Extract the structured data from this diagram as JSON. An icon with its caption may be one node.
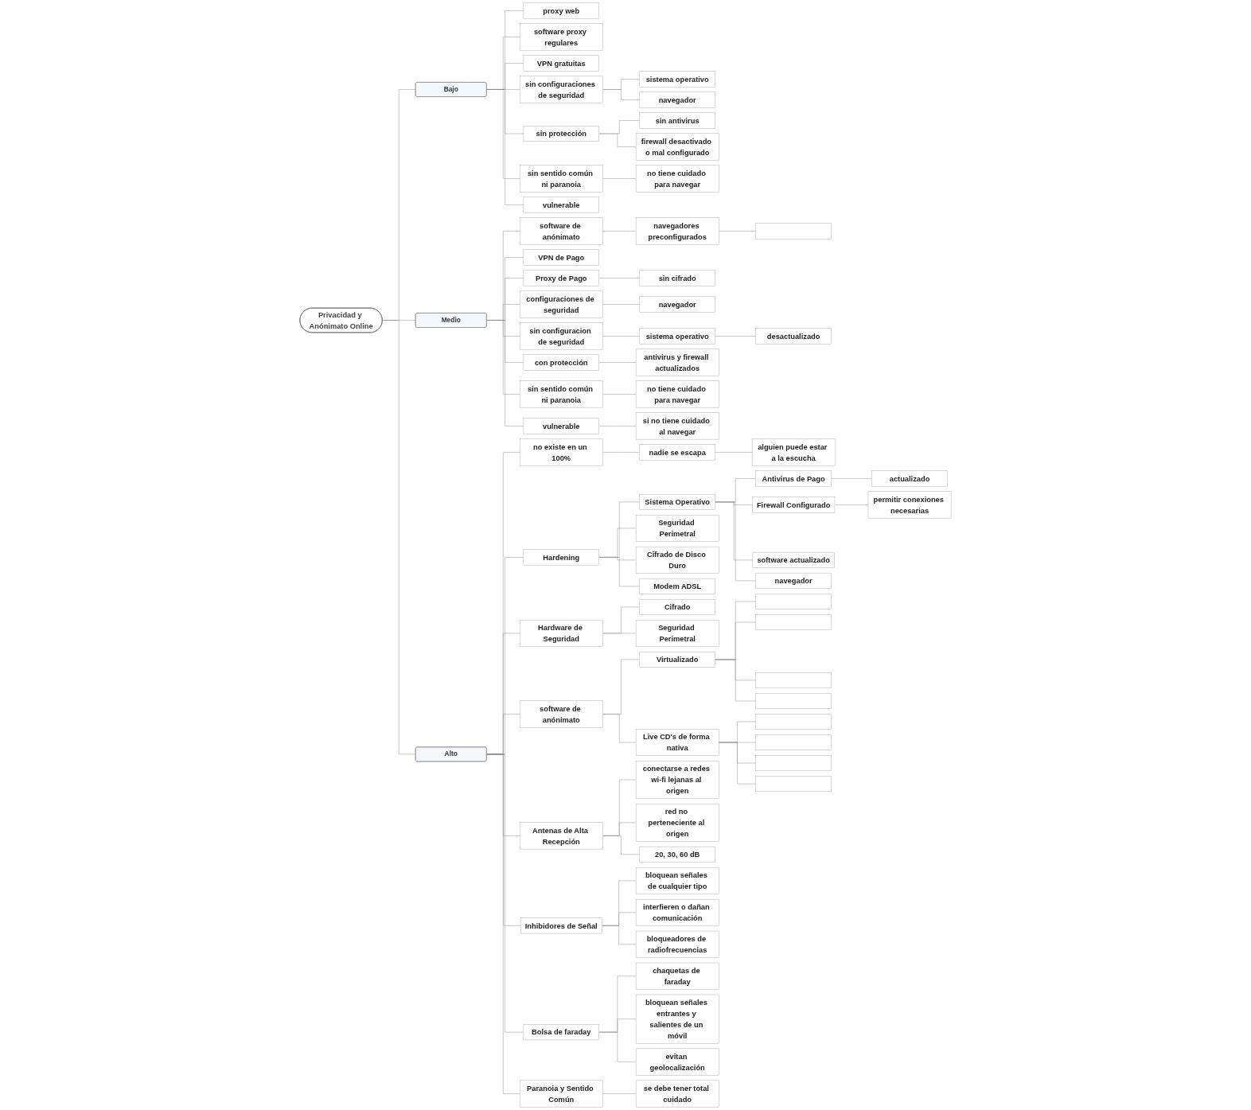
{
  "diagram": {
    "nodes": [
      {
        "text": [
          "Privacidad y Anónimato Online"
        ]
      },
      {
        "text": [
          "Bajo"
        ]
      },
      {
        "text": [
          "proxy web"
        ]
      },
      {
        "text": [
          "software proxy regulares"
        ]
      },
      {
        "text": [
          "VPN gratuitas"
        ]
      },
      {
        "text": [
          "sin configuraciones de seguridad"
        ]
      },
      {
        "text": [
          "sistema operativo"
        ]
      },
      {
        "text": [
          "navegador"
        ]
      },
      {
        "text": [
          "sin protección"
        ]
      },
      {
        "text": [
          "sin antivirus"
        ]
      },
      {
        "text": [
          "firewall desactivado o mal configurado"
        ]
      },
      {
        "text": [
          "sin sentido común ni paranoia"
        ]
      },
      {
        "text": [
          "no tiene cuidado para navegar"
        ]
      },
      {
        "text": [
          "vulnerable"
        ]
      },
      {
        "text": [
          "Medio"
        ]
      },
      {
        "text": [
          "software de anónimato"
        ]
      },
      {
        "text": [
          "navegadores preconfigurados"
        ]
      },
      {
        "text": [],
        "shape": "box"
      },
      {
        "text": [
          "VPN de Pago"
        ]
      },
      {
        "text": [
          "Proxy de Pago"
        ]
      },
      {
        "text": [
          "sin cifrado"
        ]
      },
      {
        "text": [
          "configuraciones de seguridad"
        ]
      },
      {
        "text": [
          "navegador"
        ]
      },
      {
        "text": [
          "sin configuracion de seguridad"
        ]
      },
      {
        "text": [
          "sistema operativo"
        ]
      },
      {
        "text": [
          "desactualizado"
        ]
      },
      {
        "text": [
          "con protección"
        ]
      },
      {
        "text": [
          "antivirus y firewall actualizados"
        ]
      },
      {
        "text": [
          "sin sentido común ni paranoia"
        ]
      },
      {
        "text": [
          "no tiene cuidado para navegar"
        ]
      },
      {
        "text": [
          "vulnerable"
        ]
      },
      {
        "text": [
          "si no tiene cuidado al navegar"
        ]
      },
      {
        "text": [
          "Alto"
        ]
      },
      {
        "text": [
          "no existe en un 100%"
        ]
      },
      {
        "text": [
          "nadie se escapa"
        ]
      },
      {
        "text": [
          "alguien puede estar a la escucha"
        ]
      },
      {
        "text": [
          "Hardening"
        ]
      },
      {
        "text": [
          "Sistema Operativo"
        ]
      },
      {
        "text": [
          "Antivirus de Pago"
        ]
      },
      {
        "text": [
          "actualizado"
        ]
      },
      {
        "text": [
          "Firewall Configurado"
        ]
      },
      {
        "text": [
          "permitir conexiones necesarias"
        ]
      },
      {
        "text": [
          "software actualizado"
        ]
      },
      {
        "text": [
          "navegador"
        ]
      },
      {
        "text": [
          "Seguridad Perimetral"
        ]
      },
      {
        "text": [
          "Cifrado de Disco Duro"
        ]
      },
      {
        "text": [
          "Modem ADSL"
        ]
      },
      {
        "text": [
          "Hardware de Seguridad"
        ]
      },
      {
        "text": [
          "Cifrado"
        ]
      },
      {
        "text": [
          "Seguridad Perimetral"
        ]
      },
      {
        "text": [
          "software de anónimato"
        ]
      },
      {
        "text": [
          "Virtualizado"
        ]
      },
      {
        "text": [],
        "shape": "box"
      },
      {
        "text": [],
        "shape": "box"
      },
      {
        "text": [],
        "shape": "box"
      },
      {
        "text": [],
        "shape": "box"
      },
      {
        "text": [
          "Live CD's de forma nativa"
        ]
      },
      {
        "text": [],
        "shape": "box"
      },
      {
        "text": [],
        "shape": "box"
      },
      {
        "text": [],
        "shape": "box"
      },
      {
        "text": [],
        "shape": "box"
      },
      {
        "text": [
          "Antenas de Alta Recepción"
        ]
      },
      {
        "text": [
          "conectarse a redes wi-fi lejanas al origen"
        ]
      },
      {
        "text": [
          "red no perteneciente al origen"
        ]
      },
      {
        "text": [
          "20, 30, 60 dB"
        ]
      },
      {
        "text": [
          "Inhibidores de Señal"
        ]
      },
      {
        "text": [
          "bloquean señales de cualquier tipo"
        ]
      },
      {
        "text": [
          "interfieren o dañan comunicación"
        ]
      },
      {
        "text": [
          "bloqueadores de radiofrecuencias"
        ]
      },
      {
        "text": [
          "Bolsa de faraday"
        ]
      },
      {
        "text": [
          "chaquetas de faraday"
        ]
      },
      {
        "text": [
          "bloquean señales entrantes y salientes de un móvil"
        ]
      },
      {
        "text": [
          "evitan geolocalización"
        ]
      },
      {
        "text": [
          "Paranoia y Sentido Común"
        ]
      },
      {
        "text": [
          "se debe tener total cuidado"
        ]
      }
    ],
    "edges": [
      {
        "from": 0,
        "to": 1,
        "arrow": "none"
      },
      {
        "from": 1,
        "to": 2,
        "arrow": "none"
      },
      {
        "from": 1,
        "to": 3,
        "arrow": "none"
      },
      {
        "from": 1,
        "to": 4,
        "arrow": "none"
      },
      {
        "from": 1,
        "to": 5,
        "arrow": "none"
      },
      {
        "from": 5,
        "to": 6,
        "arrow": "none"
      },
      {
        "from": 5,
        "to": 7,
        "arrow": "none"
      },
      {
        "from": 1,
        "to": 8,
        "arrow": "none"
      },
      {
        "from": 8,
        "to": 9,
        "arrow": "none"
      },
      {
        "from": 8,
        "to": 10,
        "arrow": "none"
      },
      {
        "from": 1,
        "to": 11,
        "arrow": "none"
      },
      {
        "from": 11,
        "to": 12,
        "arrow": "none"
      },
      {
        "from": 1,
        "to": 13,
        "arrow": "none"
      },
      {
        "from": 0,
        "to": 14,
        "arrow": "none"
      },
      {
        "from": 14,
        "to": 15,
        "arrow": "none"
      },
      {
        "from": 15,
        "to": 16,
        "arrow": "none"
      },
      {
        "from": 16,
        "to": 17,
        "arrow": "none"
      },
      {
        "from": 14,
        "to": 18,
        "arrow": "none"
      },
      {
        "from": 14,
        "to": 19,
        "arrow": "none"
      },
      {
        "from": 19,
        "to": 20,
        "arrow": "none"
      },
      {
        "from": 14,
        "to": 21,
        "arrow": "none"
      },
      {
        "from": 21,
        "to": 22,
        "arrow": "none"
      },
      {
        "from": 14,
        "to": 23,
        "arrow": "none"
      },
      {
        "from": 23,
        "to": 24,
        "arrow": "none"
      },
      {
        "from": 24,
        "to": 25,
        "arrow": "none"
      },
      {
        "from": 14,
        "to": 26,
        "arrow": "none"
      },
      {
        "from": 26,
        "to": 27,
        "arrow": "none"
      },
      {
        "from": 14,
        "to": 28,
        "arrow": "none"
      },
      {
        "from": 28,
        "to": 29,
        "arrow": "none"
      },
      {
        "from": 14,
        "to": 30,
        "arrow": "none"
      },
      {
        "from": 30,
        "to": 31,
        "arrow": "none"
      },
      {
        "from": 0,
        "to": 32,
        "arrow": "none"
      },
      {
        "from": 32,
        "to": 33,
        "arrow": "none"
      },
      {
        "from": 33,
        "to": 34,
        "arrow": "none"
      },
      {
        "from": 34,
        "to": 35,
        "arrow": "none"
      },
      {
        "from": 32,
        "to": 36,
        "arrow": "none"
      },
      {
        "from": 36,
        "to": 37,
        "arrow": "none"
      },
      {
        "from": 37,
        "to": 38,
        "arrow": "none"
      },
      {
        "from": 38,
        "to": 39,
        "arrow": "none"
      },
      {
        "from": 37,
        "to": 40,
        "arrow": "none"
      },
      {
        "from": 40,
        "to": 41,
        "arrow": "none"
      },
      {
        "from": 37,
        "to": 42,
        "arrow": "none"
      },
      {
        "from": 37,
        "to": 43,
        "arrow": "none"
      },
      {
        "from": 36,
        "to": 44,
        "arrow": "none"
      },
      {
        "from": 36,
        "to": 45,
        "arrow": "none"
      },
      {
        "from": 36,
        "to": 46,
        "arrow": "none"
      },
      {
        "from": 32,
        "to": 47,
        "arrow": "none"
      },
      {
        "from": 47,
        "to": 48,
        "arrow": "none"
      },
      {
        "from": 47,
        "to": 49,
        "arrow": "none"
      },
      {
        "from": 32,
        "to": 50,
        "arrow": "none"
      },
      {
        "from": 50,
        "to": 51,
        "arrow": "none"
      },
      {
        "from": 51,
        "to": 52,
        "arrow": "none"
      },
      {
        "from": 51,
        "to": 53,
        "arrow": "none"
      },
      {
        "from": 51,
        "to": 54,
        "arrow": "none"
      },
      {
        "from": 51,
        "to": 55,
        "arrow": "none"
      },
      {
        "from": 50,
        "to": 56,
        "arrow": "none"
      },
      {
        "from": 56,
        "to": 57,
        "arrow": "none"
      },
      {
        "from": 56,
        "to": 58,
        "arrow": "none"
      },
      {
        "from": 56,
        "to": 59,
        "arrow": "none"
      },
      {
        "from": 56,
        "to": 60,
        "arrow": "none"
      },
      {
        "from": 32,
        "to": 61,
        "arrow": "none"
      },
      {
        "from": 61,
        "to": 62,
        "arrow": "none"
      },
      {
        "from": 61,
        "to": 63,
        "arrow": "none"
      },
      {
        "from": 61,
        "to": 64,
        "arrow": "none"
      },
      {
        "from": 32,
        "to": 65,
        "arrow": "none"
      },
      {
        "from": 65,
        "to": 66,
        "arrow": "none"
      },
      {
        "from": 65,
        "to": 67,
        "arrow": "none"
      },
      {
        "from": 65,
        "to": 68,
        "arrow": "none"
      },
      {
        "from": 32,
        "to": 69,
        "arrow": "none"
      },
      {
        "from": 69,
        "to": 70,
        "arrow": "none"
      },
      {
        "from": 69,
        "to": 71,
        "arrow": "none"
      },
      {
        "from": 69,
        "to": 72,
        "arrow": "none"
      },
      {
        "from": 32,
        "to": 73,
        "arrow": "none"
      },
      {
        "from": 73,
        "to": 74,
        "arrow": "none"
      }
    ]
  }
}
